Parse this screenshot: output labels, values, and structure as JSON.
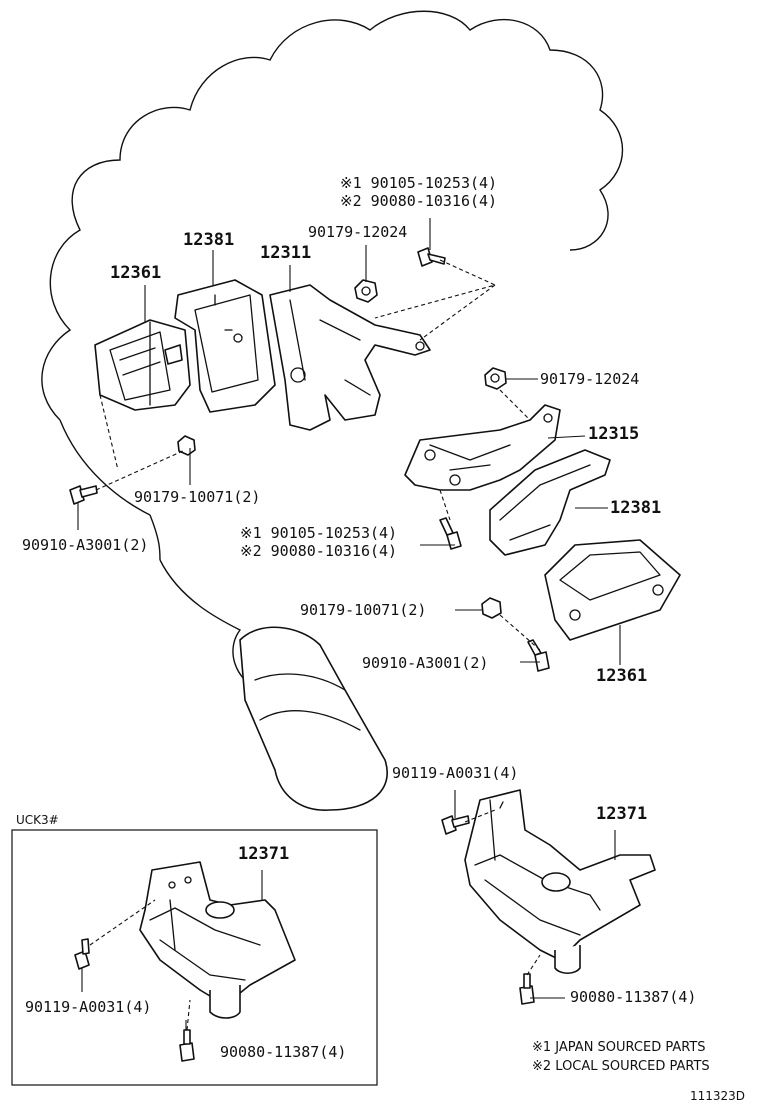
{
  "labels": {
    "p12381_top": "12381",
    "p12311": "12311",
    "p12361_top": "12361",
    "bolt_top_1": "※1 90105-10253(4)",
    "bolt_top_2": "※2 90080-10316(4)",
    "nut_12024_a": "90179-12024",
    "nut_12024_b": "90179-12024",
    "p12315": "12315",
    "p12381_right": "12381",
    "nut_10071_left": "90179-10071(2)",
    "bolt_a3001_left": "90910-A3001(2)",
    "bolt_mid_1": "※1 90105-10253(4)",
    "bolt_mid_2": "※2 90080-10316(4)",
    "nut_10071_right": "90179-10071(2)",
    "bolt_a3001_right": "90910-A3001(2)",
    "p12361_right": "12361",
    "bolt_a0031_right": "90119-A0031(4)",
    "p12371_right": "12371",
    "bolt_11387_right": "90080-11387(4)",
    "inset_title": "UCK3#",
    "p12371_inset": "12371",
    "bolt_a0031_inset": "90119-A0031(4)",
    "bolt_11387_inset": "90080-11387(4)",
    "note_1": "※1 JAPAN SOURCED PARTS",
    "note_2": "※2 LOCAL SOURCED PARTS",
    "diagram_code": "111323D"
  }
}
